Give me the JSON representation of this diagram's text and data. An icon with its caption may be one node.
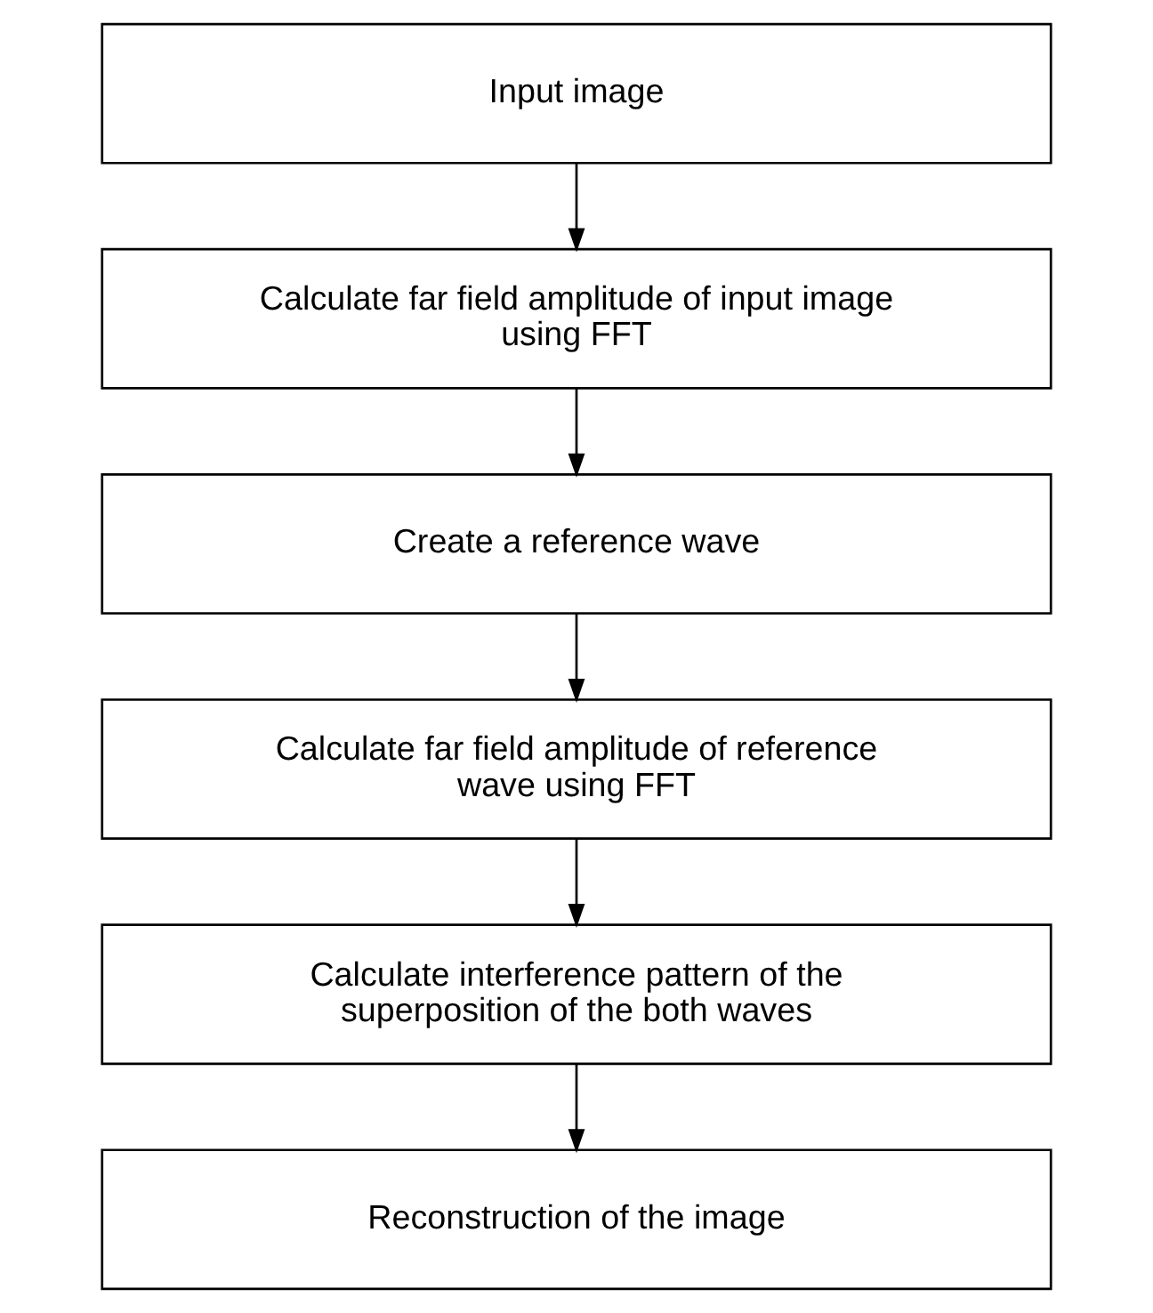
{
  "diagram": {
    "nodes": [
      {
        "text": [
          "Input image"
        ]
      },
      {
        "text": [
          "Calculate far field amplitude of input image using FFT"
        ]
      },
      {
        "text": [
          "Create a reference wave"
        ]
      },
      {
        "text": [
          "Calculate far field amplitude of reference wave using FFT"
        ]
      },
      {
        "text": [
          "Calculate interference pattern of the superposition of the both waves"
        ]
      },
      {
        "text": [
          "Reconstruction of the image"
        ]
      }
    ],
    "edges": [
      {
        "from": 0,
        "to": 1,
        "arrow": "to"
      },
      {
        "from": 1,
        "to": 2,
        "arrow": "to"
      },
      {
        "from": 2,
        "to": 3,
        "arrow": "to"
      },
      {
        "from": 3,
        "to": 4,
        "arrow": "to"
      },
      {
        "from": 4,
        "to": 5,
        "arrow": "to"
      }
    ]
  }
}
